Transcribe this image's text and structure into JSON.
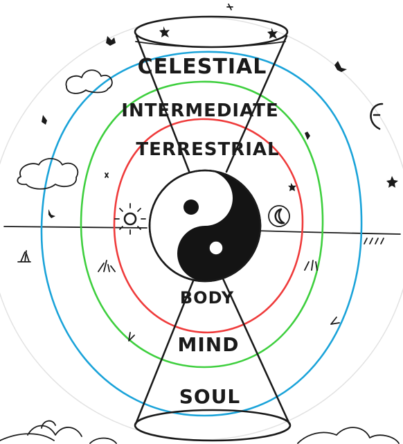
{
  "diagram": {
    "labels": {
      "celestial": "CELESTIAL",
      "intermediate": "INTERMEDIATE",
      "terrestrial": "TERRESTRIAL",
      "body": "BODY",
      "mind": "MIND",
      "soul": "SOUL"
    },
    "colors": {
      "celestial_ring": "#1aa3d9",
      "intermediate_ring": "#3ecf3e",
      "terrestrial_ring": "#ef3b3b",
      "ink": "#1a1a1a",
      "paper": "#ffffff",
      "outer_circle": "#e2e2e2"
    },
    "icons": [
      "sun-icon",
      "moon-icon",
      "yin-yang-icon",
      "cloud-icon",
      "star-icon",
      "grass-icon",
      "flower-icon"
    ]
  }
}
